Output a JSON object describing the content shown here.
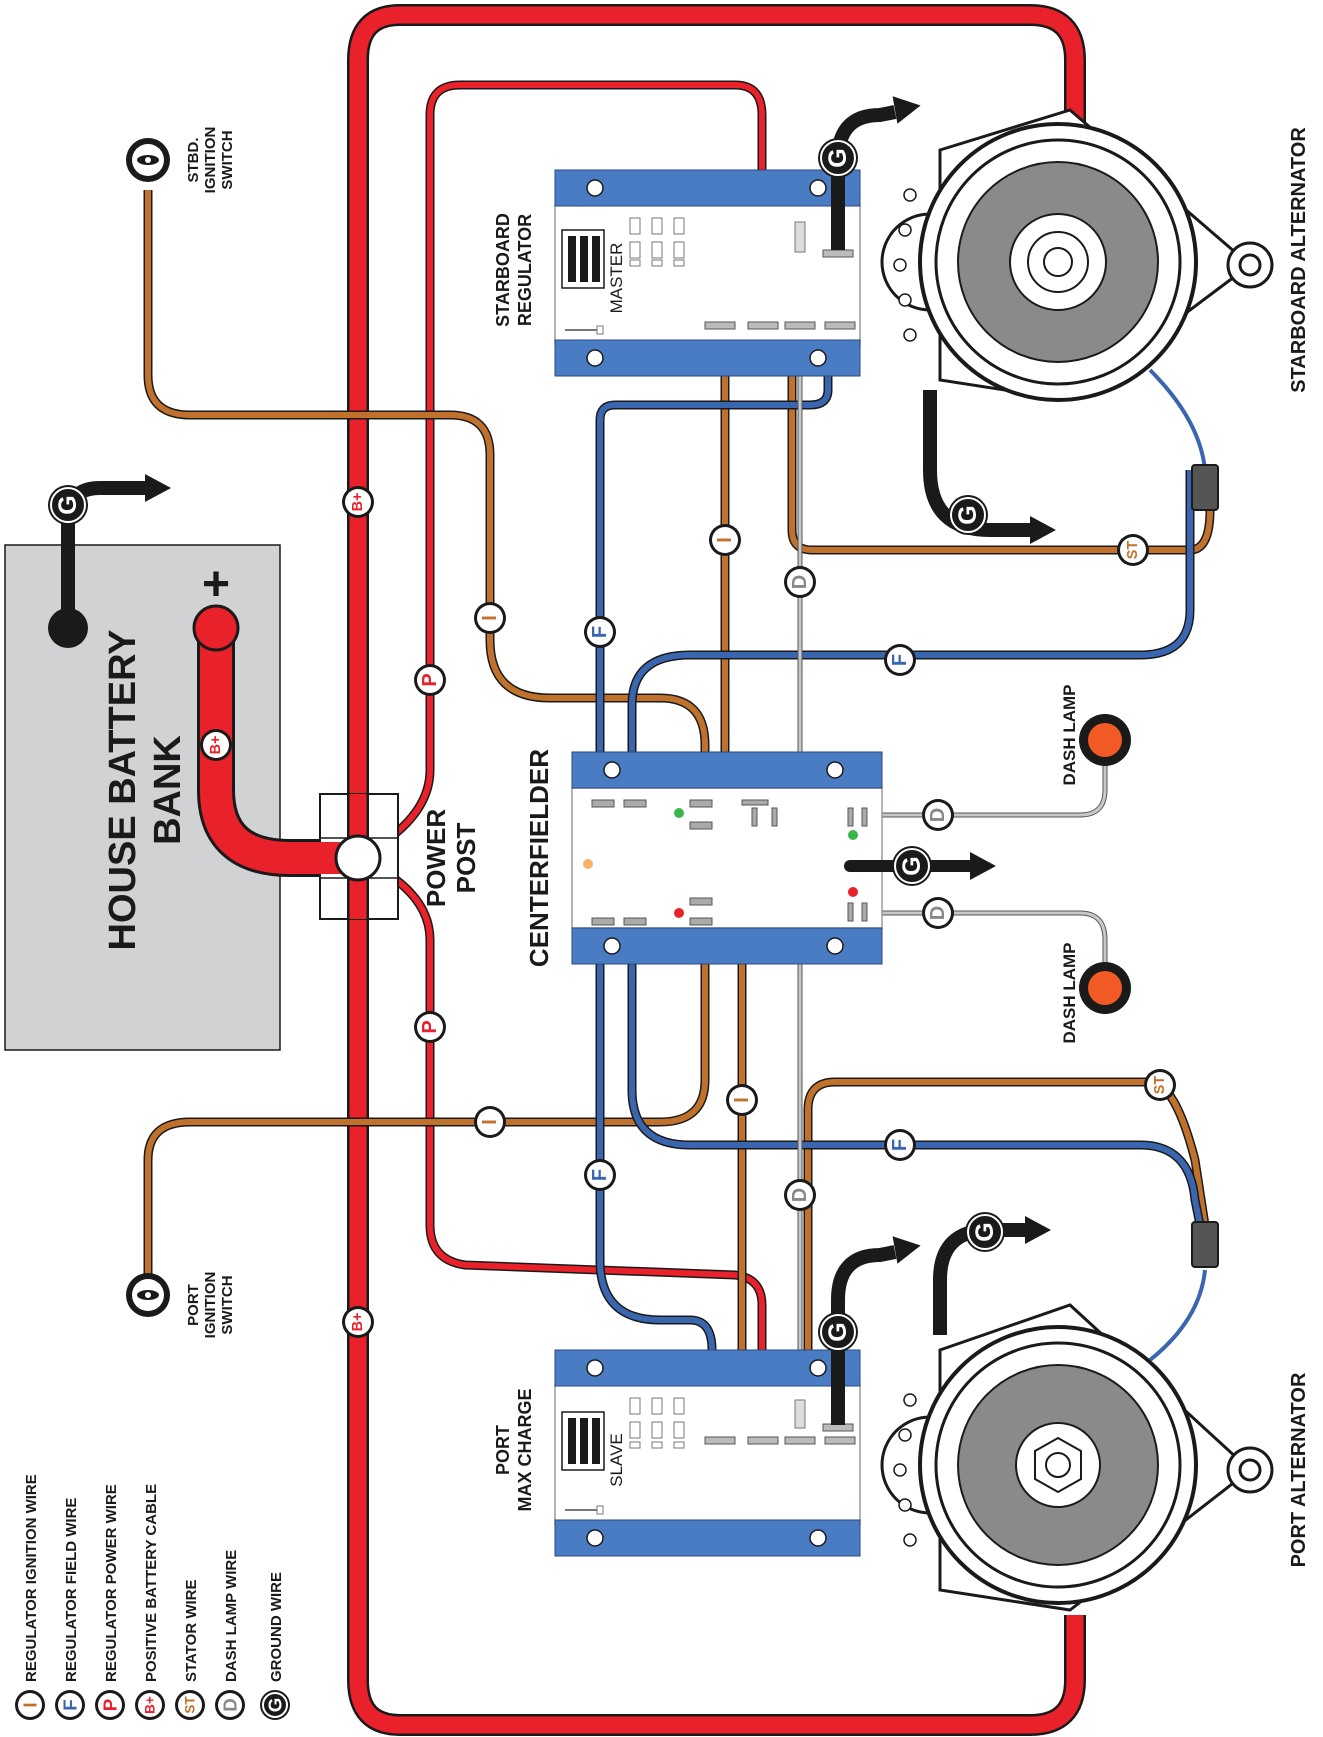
{
  "battery": {
    "line1": "HOUSE BATTERY",
    "line2": "BANK",
    "plus": "+"
  },
  "power_post": {
    "line1": "POWER",
    "line2": "POST"
  },
  "centerfielder": {
    "label": "CENTERFIELDER"
  },
  "stbd_switch": {
    "line1": "STBD.",
    "line2": "IGNITION",
    "line3": "SWITCH"
  },
  "port_switch": {
    "line1": "PORT",
    "line2": "IGNITION",
    "line3": "SWITCH"
  },
  "stbd_regulator": {
    "line1": "STARBOARD",
    "line2": "REGULATOR",
    "mode": "MASTER"
  },
  "port_regulator": {
    "line1": "PORT",
    "line2": "MAX CHARGE",
    "mode": "SLAVE"
  },
  "stbd_alternator": {
    "label": "STARBOARD ALTERNATOR"
  },
  "port_alternator": {
    "label": "PORT ALTERNATOR"
  },
  "dash_lamp_top": {
    "label": "DASH LAMP"
  },
  "dash_lamp_bottom": {
    "label": "DASH LAMP"
  },
  "badges": {
    "i": "I",
    "f": "F",
    "p": "P",
    "bplus": "B+",
    "st": "ST",
    "d": "D",
    "g": "G"
  },
  "legend": {
    "items": [
      {
        "letter": "I",
        "text": "REGULATOR IGNITION WIRE"
      },
      {
        "letter": "F",
        "text": "REGULATOR FIELD WIRE"
      },
      {
        "letter": "P",
        "text": "REGULATOR POWER WIRE"
      },
      {
        "letter": "B+",
        "text": "POSITIVE BATTERY CABLE"
      },
      {
        "letter": "ST",
        "text": "STATOR WIRE"
      },
      {
        "letter": "D",
        "text": "DASH LAMP WIRE"
      },
      {
        "letter": "G",
        "text": "GROUND WIRE"
      }
    ]
  },
  "colors": {
    "positive_red": "#e8212b",
    "field_blue": "#3a66b0",
    "ignition_brown": "#c0712c",
    "dash_gray": "#8a8a8a",
    "ground_black": "#1a1a1a",
    "battery_gray": "#d1d2d4",
    "bracket_blue": "#4a7cc4",
    "lamp_orange": "#f15a24"
  }
}
